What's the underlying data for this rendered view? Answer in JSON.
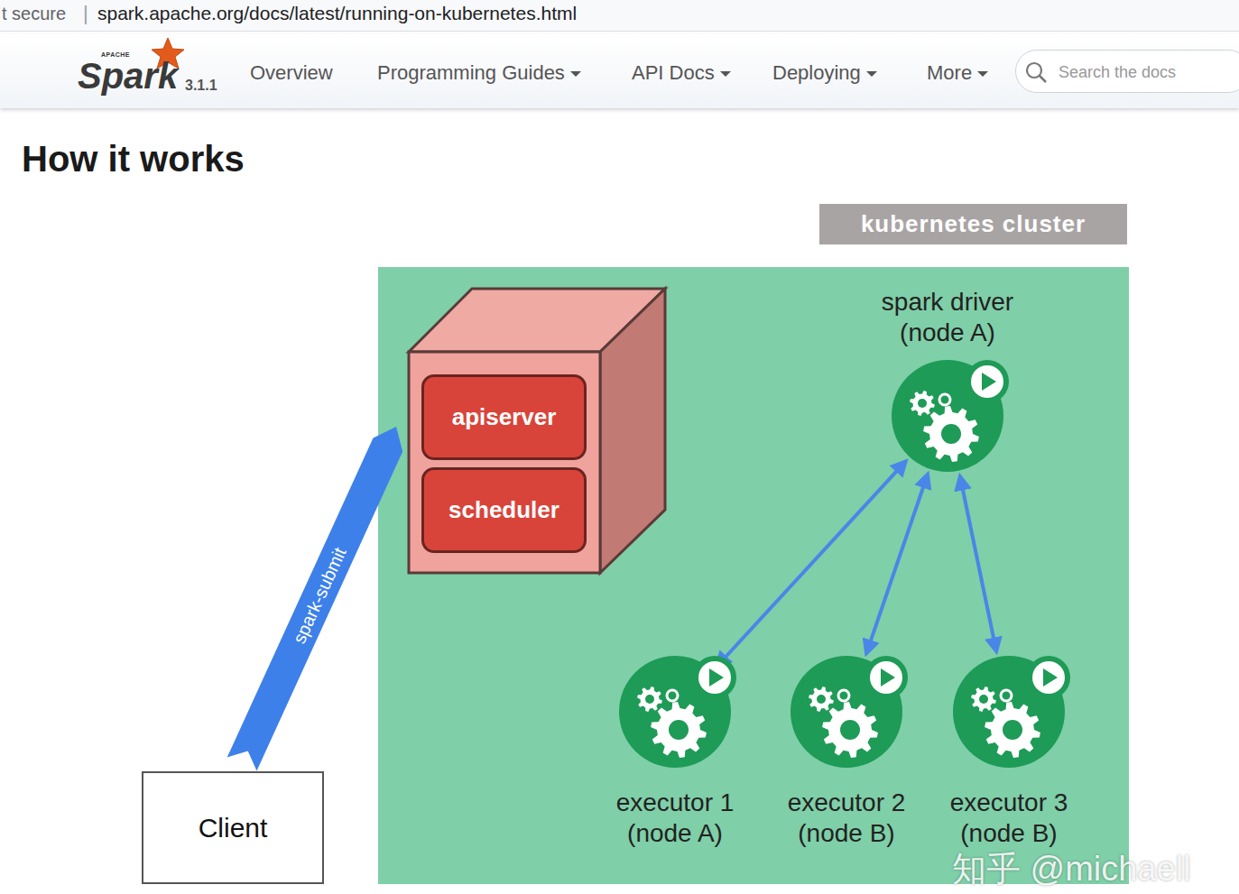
{
  "diagram": {
    "title": "How it works",
    "nodes": [
      {
        "text": [
          "kubernetes cluster"
        ]
      },
      {
        "text": [
          "apiserver"
        ],
        "in": 0
      },
      {
        "text": [
          "scheduler"
        ],
        "in": 0
      },
      {
        "text": [
          "spark driver (node A)"
        ],
        "in": 0
      },
      {
        "text": [
          "executor 1 (node A)"
        ],
        "in": 0
      },
      {
        "text": [
          "executor 2 (node B)"
        ],
        "in": 0
      },
      {
        "text": [
          "executor 3 (node B)"
        ],
        "in": 0
      },
      {
        "text": [
          "Client"
        ]
      }
    ],
    "edges": [
      {
        "from": 7,
        "to": 1,
        "label": "spark-submit",
        "arrow": "to"
      },
      {
        "from": 3,
        "to": 4,
        "arrow": "both"
      },
      {
        "from": 3,
        "to": 5,
        "arrow": "both"
      },
      {
        "from": 3,
        "to": 6,
        "arrow": "both"
      }
    ],
    "labels": [
      "t secure",
      "|",
      "spark.apache.org/docs/latest/running-on-kubernetes.html",
      "APACHE",
      "Spark",
      "3.1.1",
      "Overview",
      "Programming Guides",
      "API Docs",
      "Deploying",
      "More",
      "Search the docs",
      "知乎 @michaell"
    ]
  }
}
